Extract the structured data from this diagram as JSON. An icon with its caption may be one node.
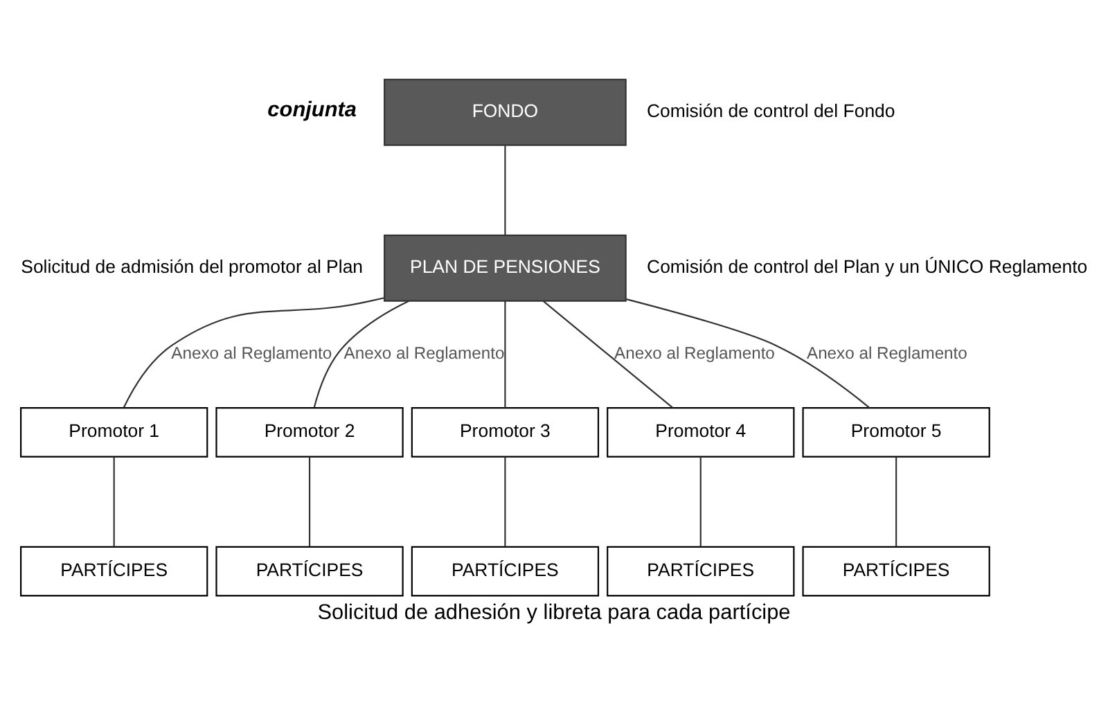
{
  "diagram": {
    "title": "conjunta",
    "caption": "Solicitud de adhesión y libreta para cada partícipe",
    "nodes": [
      {
        "text": [
          "FONDO"
        ],
        "beside": [
          "Comisión de control del Fondo"
        ]
      },
      {
        "text": [
          "PLAN DE PENSIONES"
        ],
        "beside": [
          "Solicitud de admisión del promotor al Plan",
          "Comisión de control del Plan y un ÚNICO Reglamento"
        ]
      },
      {
        "text": [
          "Promotor 1"
        ]
      },
      {
        "text": [
          "Promotor 2"
        ]
      },
      {
        "text": [
          "Promotor 3"
        ]
      },
      {
        "text": [
          "Promotor 4"
        ]
      },
      {
        "text": [
          "Promotor 5"
        ]
      },
      {
        "text": [
          "PARTÍCIPES"
        ]
      },
      {
        "text": [
          "PARTÍCIPES"
        ]
      },
      {
        "text": [
          "PARTÍCIPES"
        ]
      },
      {
        "text": [
          "PARTÍCIPES"
        ]
      },
      {
        "text": [
          "PARTÍCIPES"
        ]
      }
    ],
    "edges": [
      {
        "from": 0,
        "to": 1,
        "arrow": "none"
      },
      {
        "from": 1,
        "to": 2,
        "arrow": "none",
        "label": "Anexo al Reglamento"
      },
      {
        "from": 1,
        "to": 3,
        "arrow": "none",
        "label": "Anexo al Reglamento"
      },
      {
        "from": 1,
        "to": 4,
        "arrow": "none"
      },
      {
        "from": 1,
        "to": 5,
        "arrow": "none",
        "label": "Anexo al Reglamento"
      },
      {
        "from": 1,
        "to": 6,
        "arrow": "none",
        "label": "Anexo al Reglamento"
      },
      {
        "from": 2,
        "to": 7,
        "arrow": "none"
      },
      {
        "from": 3,
        "to": 8,
        "arrow": "none"
      },
      {
        "from": 4,
        "to": 9,
        "arrow": "none"
      },
      {
        "from": 5,
        "to": 10,
        "arrow": "none"
      },
      {
        "from": 6,
        "to": 11,
        "arrow": "none"
      }
    ]
  }
}
